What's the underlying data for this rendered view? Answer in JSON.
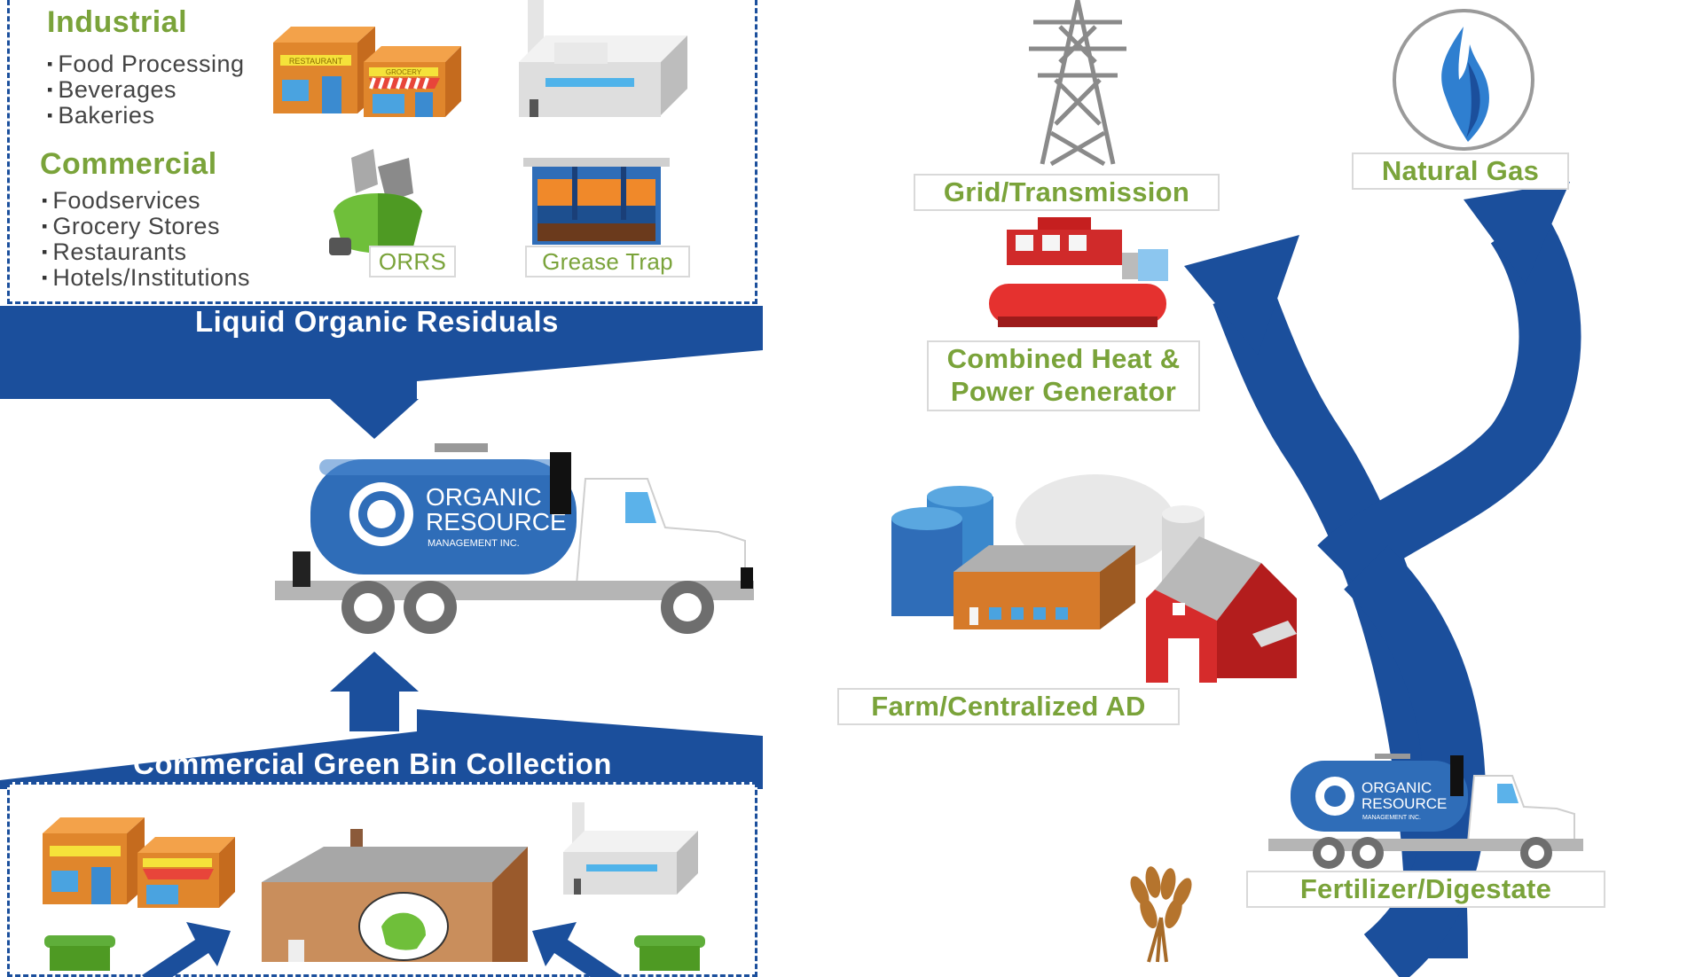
{
  "colors": {
    "brand_blue": "#1b4f9c",
    "label_green": "#7aa33a",
    "truck_blue": "#2f6db8",
    "barn_red": "#d02a2a"
  },
  "sources": {
    "industrial": {
      "title": "Industrial",
      "items": [
        "Food Processing",
        "Beverages",
        "Bakeries"
      ]
    },
    "commercial": {
      "title": "Commercial",
      "items": [
        "Foodservices",
        "Grocery Stores",
        "Restaurants",
        "Hotels/Institutions"
      ]
    },
    "equipment_labels": {
      "orrs": "ORRS",
      "grease_trap": "Grease Trap"
    },
    "building_signs": {
      "restaurant": "RESTAURANT",
      "grocery": "GROCERY"
    }
  },
  "banners": {
    "liquid": "Liquid Organic Residuals",
    "green_bin": "Commercial Green Bin Collection"
  },
  "truck_logo": {
    "line1": "ORGANIC",
    "line2": "RESOURCE",
    "line3": "MANAGEMENT INC."
  },
  "outputs": {
    "grid": "Grid/Transmission",
    "natural_gas": "Natural Gas",
    "chp_line1": "Combined Heat &",
    "chp_line2": "Power Generator",
    "farm_ad": "Farm/Centralized AD",
    "fertilizer": "Fertilizer/Digestate"
  },
  "icons": [
    "restaurant-building-icon",
    "grocery-building-icon",
    "factory-icon",
    "orrs-machine-icon",
    "grease-trap-icon",
    "tanker-truck-icon",
    "transmission-tower-icon",
    "natural-gas-flame-icon",
    "chp-generator-icon",
    "biogas-plant-icon",
    "barn-icon",
    "wheat-icon",
    "green-bin-icon"
  ]
}
